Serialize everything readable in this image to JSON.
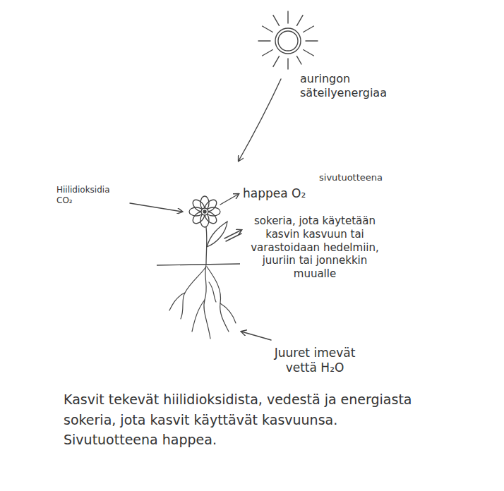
{
  "diagram": {
    "labels": [
      "auringon säteilyenergiaa",
      "Hiilidioksidia CO₂",
      "happea O₂",
      "sivutuotteena",
      "sokeria, jota käytetään kasvin kasvuun tai varastoidaan hedelmiin, juuriin tai jonnekkin muualle",
      "Juuret imevät vettä H₂O",
      "Kasvit tekevät hiilidioksidista, vedestä ja energiasta sokeria, jota kasvit käyttävät kasvuunsa. Sivutuotteena happea."
    ]
  }
}
